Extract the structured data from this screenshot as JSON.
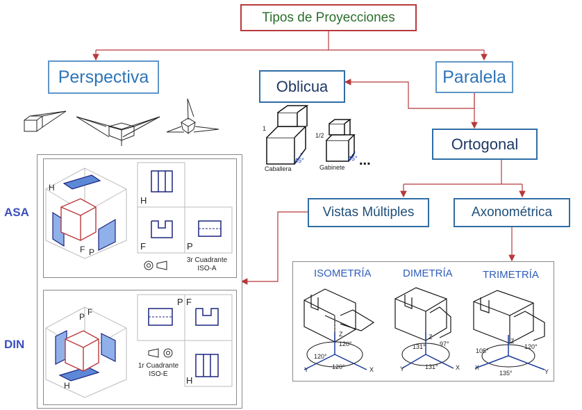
{
  "root": {
    "label": "Tipos de Proyecciones"
  },
  "perspectiva": {
    "label": "Perspectiva"
  },
  "paralela": {
    "label": "Paralela"
  },
  "oblicua": {
    "label": "Oblicua"
  },
  "ortogonal": {
    "label": "Ortogonal"
  },
  "vistas_multiples": {
    "label": "Vistas Múltiples"
  },
  "axonometrica": {
    "label": "Axonométrica"
  },
  "oblique_examples": {
    "caballera": "Caballera",
    "gabinete": "Gabinete",
    "ellipsis": "...",
    "angle1": "45°",
    "angle2": "45°",
    "scale1": "1",
    "scale2": "1/2"
  },
  "asa": {
    "label": "ASA",
    "letters": {
      "h": "H",
      "f": "F",
      "p": "P"
    },
    "views": {
      "h": "H",
      "f": "F",
      "p": "P"
    },
    "caption_line1": "3r Cuadrante",
    "caption_line2": "ISO-A"
  },
  "din": {
    "label": "DIN",
    "letters": {
      "h": "H",
      "f": "F",
      "p": "P"
    },
    "views": {
      "h": "H",
      "f": "F",
      "p": "P"
    },
    "caption_line1": "1r Cuadrante",
    "caption_line2": "ISO-E"
  },
  "axonometric_views": {
    "isometria": {
      "title": "ISOMETRÍA",
      "angles": [
        "120°",
        "120°",
        "120°"
      ]
    },
    "dimetria": {
      "title": "DIMETRÍA",
      "angles": [
        "131°",
        "97°",
        "131°"
      ]
    },
    "trimetria": {
      "title": "TRIMETRÍA",
      "angles": [
        "105°",
        "120°",
        "135°"
      ]
    },
    "axis": {
      "x": "X",
      "y": "Y",
      "z": "Z"
    }
  },
  "colors": {
    "red": "#b8383b",
    "blue": "#2e6da4",
    "navy": "#1a237e",
    "label_blue": "#3a4fc0"
  }
}
